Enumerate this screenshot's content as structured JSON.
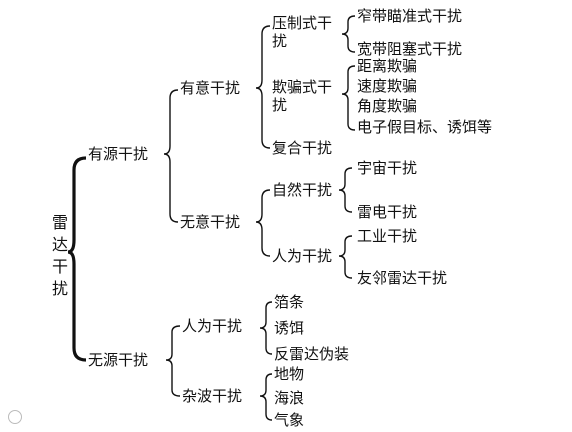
{
  "root": "雷达干扰",
  "active": {
    "label": "有源干扰",
    "intentional": {
      "label": "有意干扰",
      "suppression": {
        "label": "压制式干扰",
        "items": [
          "窄带瞄准式干扰",
          "宽带阻塞式干扰"
        ]
      },
      "deception": {
        "label": "欺骗式干扰",
        "items": [
          "距离欺骗",
          "速度欺骗",
          "角度欺骗",
          "电子假目标、诱饵等"
        ]
      },
      "composite": "复合干扰"
    },
    "unintentional": {
      "label": "无意干扰",
      "natural": {
        "label": "自然干扰",
        "items": [
          "宇宙干扰",
          "雷电干扰"
        ]
      },
      "manmade": {
        "label": "人为干扰",
        "items": [
          "工业干扰",
          "友邻雷达干扰"
        ]
      }
    }
  },
  "passive": {
    "label": "无源干扰",
    "manmade": {
      "label": "人为干扰",
      "items": [
        "箔条",
        "诱饵",
        "反雷达伪装"
      ]
    },
    "clutter": {
      "label": "杂波干扰",
      "items": [
        "地物",
        "海浪",
        "气象"
      ]
    }
  }
}
